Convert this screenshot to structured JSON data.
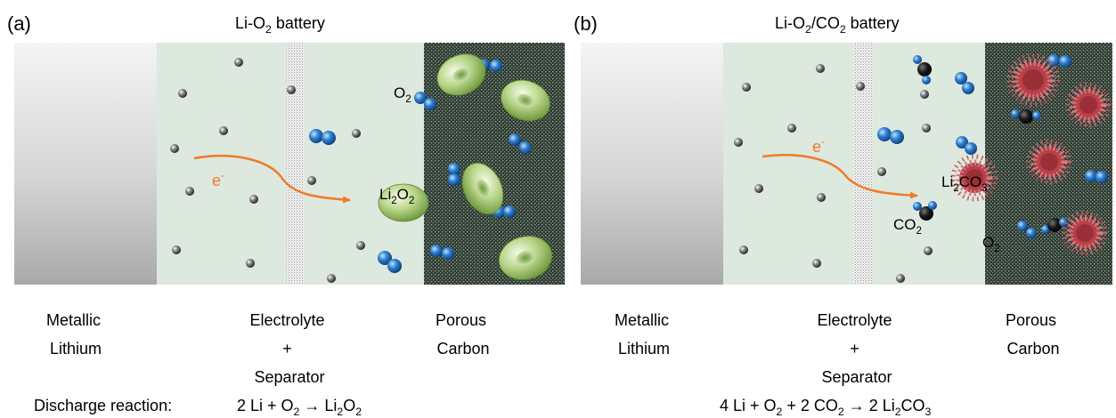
{
  "panel_a": {
    "label": "(a)",
    "title": {
      "pre": "Li-O",
      "sub": "2",
      "post": " battery"
    },
    "electron": {
      "pre": "e",
      "sup": "-"
    },
    "o2_label": {
      "pre": "O",
      "sub": "2"
    },
    "product": {
      "p1": "Li",
      "s1": "2",
      "p2": "O",
      "s2": "2"
    },
    "captions": {
      "anode": [
        "Metallic",
        "Lithium"
      ],
      "middle": [
        "Electrolyte",
        "+",
        "Separator"
      ],
      "cathode": [
        "Porous",
        "Carbon"
      ]
    },
    "reaction_prefix": "Discharge reaction:",
    "reaction": {
      "t1": "2 Li + O",
      "s1": "2",
      "t2": " → Li",
      "s2": "2",
      "t3": "O",
      "s3": "2"
    }
  },
  "panel_b": {
    "label": "(b)",
    "title": {
      "pre": "Li-O",
      "sub": "2",
      "mid": "/CO",
      "sub2": "2",
      "post": " battery"
    },
    "electron": {
      "pre": "e",
      "sup": "-"
    },
    "product": {
      "p1": "Li",
      "s1": "2",
      "p2": "CO",
      "s2": "3"
    },
    "co2_label": {
      "pre": "CO",
      "sub": "2"
    },
    "o2_label": {
      "pre": "O",
      "sub": "2"
    },
    "captions": {
      "anode": [
        "Metallic",
        "Lithium"
      ],
      "middle": [
        "Electrolyte",
        "+",
        "Separator"
      ],
      "cathode": [
        "Porous",
        "Carbon"
      ]
    },
    "reaction": {
      "t1": "4 Li + O",
      "s1": "2",
      "t2": " + 2 CO",
      "s2": "2",
      "t3": " → 2 Li",
      "s3": "2",
      "t4": "CO",
      "s4": "3"
    }
  },
  "colors": {
    "electrolyte": "#dde8de",
    "porous_carbon": "#2f3a31",
    "arrow": "#f07a28",
    "o2_sphere": "#2f7fd0",
    "li2o2": "#b9d68a",
    "li2co3": "#b8424a"
  }
}
